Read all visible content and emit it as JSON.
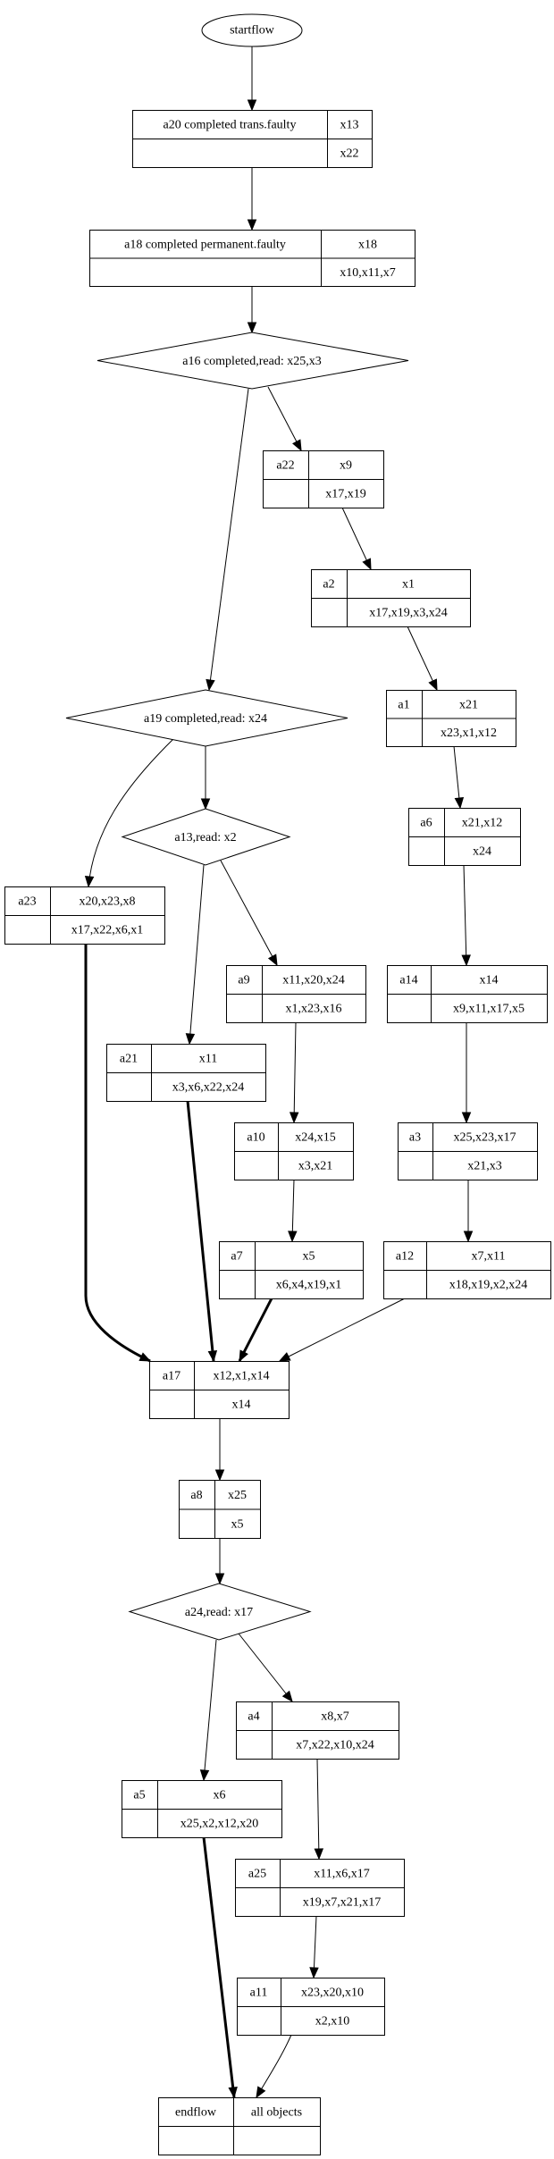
{
  "title": "workflow graph",
  "start": {
    "id": "startflow",
    "label": "startflow"
  },
  "nodes": [
    {
      "id": "a20",
      "kind": "record",
      "name": "a20 completed trans.faulty",
      "top": "x13",
      "bottom": "x22"
    },
    {
      "id": "a18",
      "kind": "record",
      "name": "a18 completed permanent.faulty",
      "top": "x18",
      "bottom": "x10,x11,x7"
    },
    {
      "id": "a16",
      "kind": "decision",
      "label": "a16 completed,read: x25,x3"
    },
    {
      "id": "a22",
      "kind": "record",
      "name": "a22",
      "top": "x9",
      "bottom": "x17,x19"
    },
    {
      "id": "a2",
      "kind": "record",
      "name": "a2",
      "top": "x1",
      "bottom": "x17,x19,x3,x24"
    },
    {
      "id": "a19",
      "kind": "decision",
      "label": "a19 completed,read: x24"
    },
    {
      "id": "a1",
      "kind": "record",
      "name": "a1",
      "top": "x21",
      "bottom": "x23,x1,x12"
    },
    {
      "id": "a13",
      "kind": "decision",
      "label": "a13,read: x2"
    },
    {
      "id": "a6",
      "kind": "record",
      "name": "a6",
      "top": "x21,x12",
      "bottom": "x24"
    },
    {
      "id": "a23",
      "kind": "record",
      "name": "a23",
      "top": "x20,x23,x8",
      "bottom": "x17,x22,x6,x1"
    },
    {
      "id": "a9",
      "kind": "record",
      "name": "a9",
      "top": "x11,x20,x24",
      "bottom": "x1,x23,x16"
    },
    {
      "id": "a14",
      "kind": "record",
      "name": "a14",
      "top": "x14",
      "bottom": "x9,x11,x17,x5"
    },
    {
      "id": "a21",
      "kind": "record",
      "name": "a21",
      "top": "x11",
      "bottom": "x3,x6,x22,x24"
    },
    {
      "id": "a10",
      "kind": "record",
      "name": "a10",
      "top": "x24,x15",
      "bottom": "x3,x21"
    },
    {
      "id": "a3",
      "kind": "record",
      "name": "a3",
      "top": "x25,x23,x17",
      "bottom": "x21,x3"
    },
    {
      "id": "a7",
      "kind": "record",
      "name": "a7",
      "top": "x5",
      "bottom": "x6,x4,x19,x1"
    },
    {
      "id": "a12",
      "kind": "record",
      "name": "a12",
      "top": "x7,x11",
      "bottom": "x18,x19,x2,x24"
    },
    {
      "id": "a17",
      "kind": "record",
      "name": "a17",
      "top": "x12,x1,x14",
      "bottom": "x14"
    },
    {
      "id": "a8",
      "kind": "record",
      "name": "a8",
      "top": "x25",
      "bottom": "x5"
    },
    {
      "id": "a24",
      "kind": "decision",
      "label": "a24,read: x17"
    },
    {
      "id": "a4",
      "kind": "record",
      "name": "a4",
      "top": "x8,x7",
      "bottom": "x7,x22,x10,x24"
    },
    {
      "id": "a5",
      "kind": "record",
      "name": "a5",
      "top": "x6",
      "bottom": "x25,x2,x12,x20"
    },
    {
      "id": "a25",
      "kind": "record",
      "name": "a25",
      "top": "x11,x6,x17",
      "bottom": "x19,x7,x21,x17"
    },
    {
      "id": "a11",
      "kind": "record",
      "name": "a11",
      "top": "x23,x20,x10",
      "bottom": "x2,x10"
    },
    {
      "id": "endflow",
      "kind": "record",
      "name": "endflow",
      "top": "all objects",
      "bottom": ""
    }
  ],
  "edges": [
    {
      "from": "startflow",
      "to": "a20",
      "bold": false
    },
    {
      "from": "a20",
      "to": "a18",
      "bold": false
    },
    {
      "from": "a18",
      "to": "a16",
      "bold": false
    },
    {
      "from": "a16",
      "to": "a22",
      "bold": false
    },
    {
      "from": "a16",
      "to": "a19",
      "bold": false
    },
    {
      "from": "a22",
      "to": "a2",
      "bold": false
    },
    {
      "from": "a2",
      "to": "a1",
      "bold": false
    },
    {
      "from": "a1",
      "to": "a6",
      "bold": false
    },
    {
      "from": "a6",
      "to": "a14",
      "bold": false
    },
    {
      "from": "a14",
      "to": "a3",
      "bold": false
    },
    {
      "from": "a3",
      "to": "a12",
      "bold": false
    },
    {
      "from": "a19",
      "to": "a23",
      "bold": false
    },
    {
      "from": "a19",
      "to": "a13",
      "bold": false
    },
    {
      "from": "a13",
      "to": "a21",
      "bold": false
    },
    {
      "from": "a13",
      "to": "a9",
      "bold": false
    },
    {
      "from": "a9",
      "to": "a10",
      "bold": false
    },
    {
      "from": "a10",
      "to": "a7",
      "bold": false
    },
    {
      "from": "a23",
      "to": "a17",
      "bold": true
    },
    {
      "from": "a21",
      "to": "a17",
      "bold": true
    },
    {
      "from": "a7",
      "to": "a17",
      "bold": true
    },
    {
      "from": "a12",
      "to": "a17",
      "bold": false
    },
    {
      "from": "a17",
      "to": "a8",
      "bold": false
    },
    {
      "from": "a8",
      "to": "a24",
      "bold": false
    },
    {
      "from": "a24",
      "to": "a5",
      "bold": false
    },
    {
      "from": "a24",
      "to": "a4",
      "bold": false
    },
    {
      "from": "a4",
      "to": "a25",
      "bold": false
    },
    {
      "from": "a25",
      "to": "a11",
      "bold": false
    },
    {
      "from": "a5",
      "to": "endflow",
      "bold": true
    },
    {
      "from": "a11",
      "to": "endflow",
      "bold": false
    }
  ]
}
